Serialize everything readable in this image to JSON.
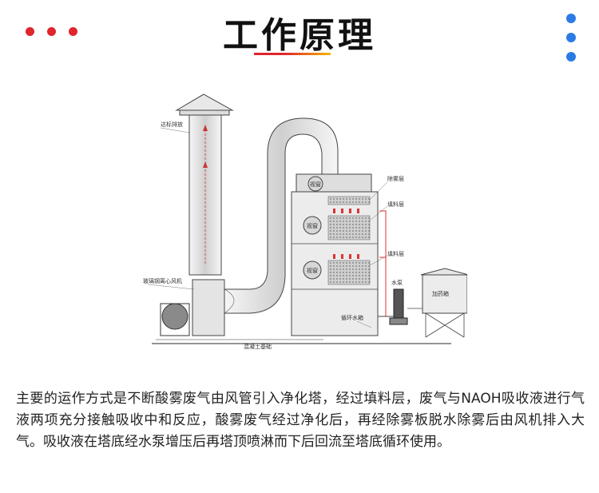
{
  "header": {
    "title": "工作原理"
  },
  "diagram": {
    "labels": {
      "exhaust_pipe": "达标排放",
      "centrifugal_fan": "玻璃钢离心风机",
      "demister_layer": "除雾层",
      "packing_layer_1": "填料层",
      "packing_layer_2": "填料层",
      "water_pump": "水泵",
      "tank": "加药箱",
      "circulation_tank": "循环水箱",
      "foundation": "混凝土基础",
      "window_top": "视窗",
      "window_mid": "视窗",
      "window_low": "视窗"
    }
  },
  "description": {
    "text": "主要的运作方式是不断酸雾废气由风管引入净化塔，经过填料层，废气与NAOH吸收液进行气液两项充分接触吸收中和反应，酸雾废气经过净化后，再经除雾板脱水除雾后由风机排入大气。吸收液在塔底经水泵增压后再塔顶喷淋而下后回流至塔底循环使用。"
  },
  "colors": {
    "accent_red": "#e0252d",
    "accent_blue": "#2c7be5",
    "accent_yellow": "#f5b700"
  }
}
